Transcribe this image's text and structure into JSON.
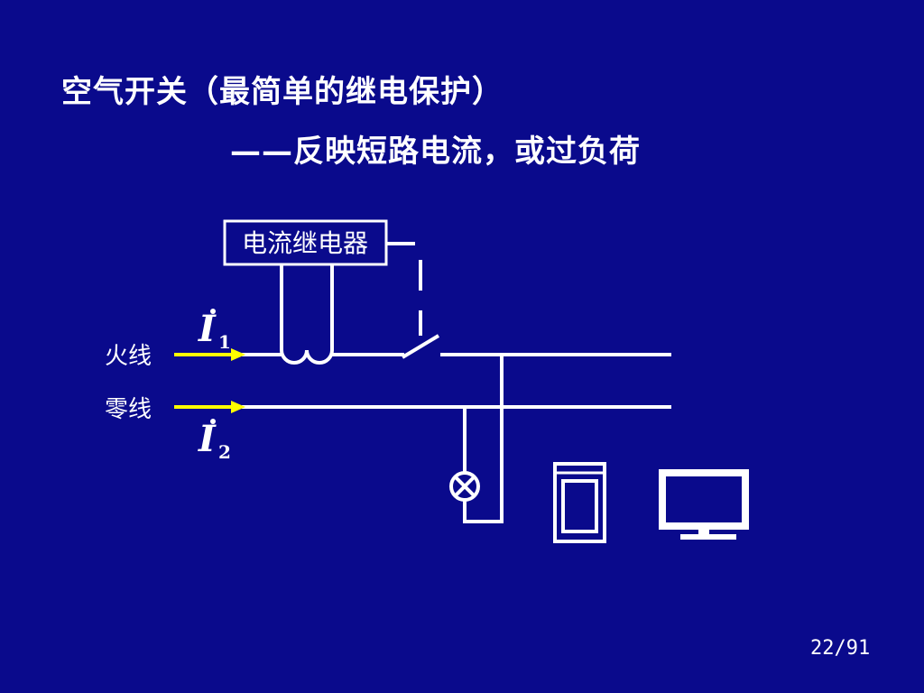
{
  "slide": {
    "title": "空气开关（最简单的继电保护）",
    "subtitle": "——反映短路电流，或过负荷",
    "page_number": "22/91"
  },
  "diagram": {
    "relay_label": "电流继电器",
    "live_wire_label": "火线",
    "neutral_wire_label": "零线",
    "current_1_symbol": "I",
    "current_1_subscript": "1",
    "current_2_symbol": "I",
    "current_2_subscript": "2",
    "arrow_color": "#ffff00",
    "line_color": "#ffffff",
    "background_color": "#0a0a8c",
    "icons": [
      "lamp-icon",
      "refrigerator-icon",
      "monitor-icon"
    ]
  }
}
